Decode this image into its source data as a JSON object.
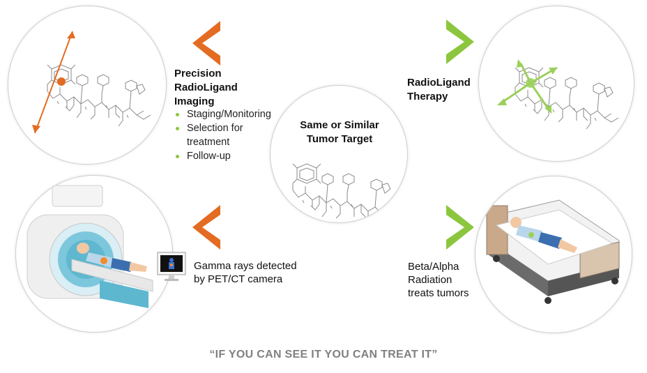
{
  "imaging": {
    "title_lines": [
      "Precision",
      "RadioLigand",
      "Imaging"
    ],
    "bullets": [
      "Staging/Monitoring",
      "Selection for",
      "treatment",
      "Follow-up"
    ]
  },
  "therapy": {
    "title_lines": [
      "RadioLigand",
      "Therapy"
    ]
  },
  "center": {
    "title_lines": [
      "Same or Similar",
      "Tumor Target"
    ]
  },
  "pet_caption": [
    "Gamma rays detected",
    "by PET/CT camera"
  ],
  "radiation_caption": [
    "Beta/Alpha",
    "Radiation",
    "treats tumors"
  ],
  "tagline": "“IF YOU CAN SEE IT YOU CAN TREAT IT”",
  "colors": {
    "orange": "#e36c22",
    "green": "#8cc63f",
    "tagline": "#808080"
  }
}
